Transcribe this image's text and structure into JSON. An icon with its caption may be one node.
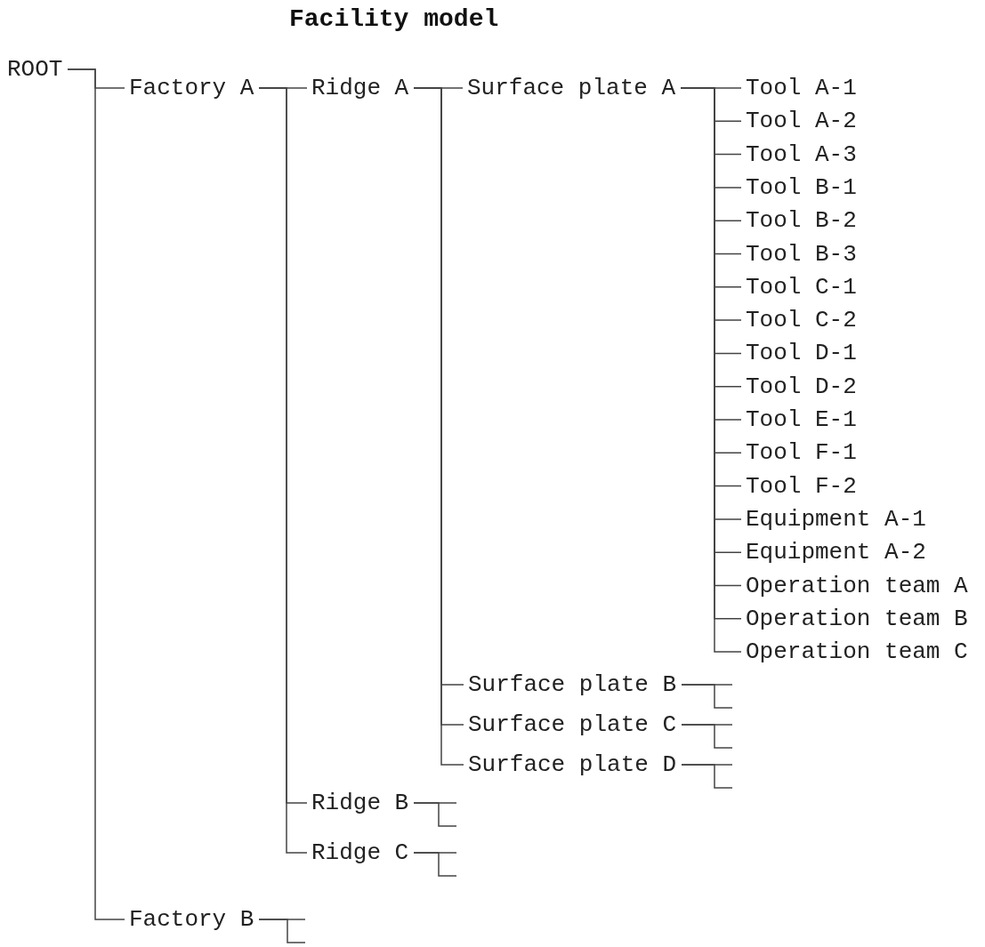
{
  "diagram": {
    "title": "Facility model",
    "nodes": [
      {
        "text": [
          "ROOT"
        ]
      },
      {
        "text": [
          "Factory A"
        ]
      },
      {
        "text": [
          "Ridge A"
        ]
      },
      {
        "text": [
          "Surface plate A"
        ]
      },
      {
        "text": [
          "Tool A-1"
        ]
      },
      {
        "text": [
          "Tool A-2"
        ]
      },
      {
        "text": [
          "Tool A-3"
        ]
      },
      {
        "text": [
          "Tool B-1"
        ]
      },
      {
        "text": [
          "Tool B-2"
        ]
      },
      {
        "text": [
          "Tool B-3"
        ]
      },
      {
        "text": [
          "Tool C-1"
        ]
      },
      {
        "text": [
          "Tool C-2"
        ]
      },
      {
        "text": [
          "Tool D-1"
        ]
      },
      {
        "text": [
          "Tool D-2"
        ]
      },
      {
        "text": [
          "Tool E-1"
        ]
      },
      {
        "text": [
          "Tool F-1"
        ]
      },
      {
        "text": [
          "Tool F-2"
        ]
      },
      {
        "text": [
          "Equipment A-1"
        ]
      },
      {
        "text": [
          "Equipment A-2"
        ]
      },
      {
        "text": [
          "Operation team A"
        ]
      },
      {
        "text": [
          "Operation team B"
        ]
      },
      {
        "text": [
          "Operation team C"
        ]
      },
      {
        "text": [
          "Surface plate B"
        ]
      },
      {
        "text": [
          "Surface plate C"
        ]
      },
      {
        "text": [
          "Surface plate D"
        ]
      },
      {
        "text": [
          "Ridge B"
        ]
      },
      {
        "text": [
          "Ridge C"
        ]
      },
      {
        "text": [
          "Factory B"
        ]
      }
    ],
    "edges": [
      {
        "from": 0,
        "to": 1,
        "arrow": "none"
      },
      {
        "from": 0,
        "to": 27,
        "arrow": "none"
      },
      {
        "from": 1,
        "to": 2,
        "arrow": "none"
      },
      {
        "from": 1,
        "to": 25,
        "arrow": "none"
      },
      {
        "from": 1,
        "to": 26,
        "arrow": "none"
      },
      {
        "from": 2,
        "to": 3,
        "arrow": "none"
      },
      {
        "from": 2,
        "to": 22,
        "arrow": "none"
      },
      {
        "from": 2,
        "to": 23,
        "arrow": "none"
      },
      {
        "from": 2,
        "to": 24,
        "arrow": "none"
      },
      {
        "from": 3,
        "to": 4,
        "arrow": "none"
      },
      {
        "from": 3,
        "to": 5,
        "arrow": "none"
      },
      {
        "from": 3,
        "to": 6,
        "arrow": "none"
      },
      {
        "from": 3,
        "to": 7,
        "arrow": "none"
      },
      {
        "from": 3,
        "to": 8,
        "arrow": "none"
      },
      {
        "from": 3,
        "to": 9,
        "arrow": "none"
      },
      {
        "from": 3,
        "to": 10,
        "arrow": "none"
      },
      {
        "from": 3,
        "to": 11,
        "arrow": "none"
      },
      {
        "from": 3,
        "to": 12,
        "arrow": "none"
      },
      {
        "from": 3,
        "to": 13,
        "arrow": "none"
      },
      {
        "from": 3,
        "to": 14,
        "arrow": "none"
      },
      {
        "from": 3,
        "to": 15,
        "arrow": "none"
      },
      {
        "from": 3,
        "to": 16,
        "arrow": "none"
      },
      {
        "from": 3,
        "to": 17,
        "arrow": "none"
      },
      {
        "from": 3,
        "to": 18,
        "arrow": "none"
      },
      {
        "from": 3,
        "to": 19,
        "arrow": "none"
      },
      {
        "from": 3,
        "to": 20,
        "arrow": "none"
      },
      {
        "from": 3,
        "to": 21,
        "arrow": "none"
      },
      {
        "from": 22,
        "to": null,
        "arrow": "none"
      },
      {
        "from": 22,
        "to": null,
        "arrow": "none"
      },
      {
        "from": 23,
        "to": null,
        "arrow": "none"
      },
      {
        "from": 23,
        "to": null,
        "arrow": "none"
      },
      {
        "from": 24,
        "to": null,
        "arrow": "none"
      },
      {
        "from": 24,
        "to": null,
        "arrow": "none"
      },
      {
        "from": 25,
        "to": null,
        "arrow": "none"
      },
      {
        "from": 25,
        "to": null,
        "arrow": "none"
      },
      {
        "from": 26,
        "to": null,
        "arrow": "none"
      },
      {
        "from": 26,
        "to": null,
        "arrow": "none"
      },
      {
        "from": 27,
        "to": null,
        "arrow": "none"
      },
      {
        "from": 27,
        "to": null,
        "arrow": "none"
      }
    ]
  }
}
